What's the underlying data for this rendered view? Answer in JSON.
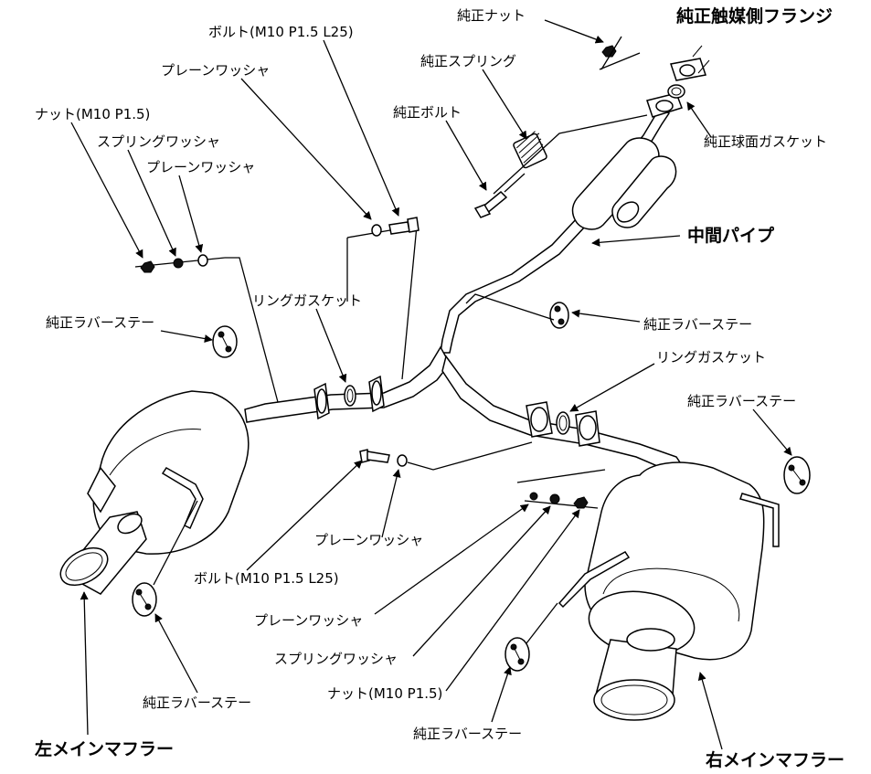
{
  "labels": {
    "genuine_nut": "純正ナット",
    "genuine_cat_flange": "純正触媒側フランジ",
    "bolt_m10_top": "ボルト(M10 P1.5 L25)",
    "genuine_spring": "純正スプリング",
    "plain_washer_top": "プレーンワッシャ",
    "genuine_bolt": "純正ボルト",
    "genuine_ball_gasket": "純正球面ガスケット",
    "nut_m10_left": "ナット(M10 P1.5)",
    "spring_washer_left": "スプリングワッシャ",
    "plain_washer_left": "プレーンワッシャ",
    "middle_pipe": "中間パイプ",
    "ring_gasket_left": "リングガスケット",
    "rubber_stay_left_top": "純正ラバーステー",
    "rubber_stay_right_top": "純正ラバーステー",
    "ring_gasket_right": "リングガスケット",
    "rubber_stay_right": "純正ラバーステー",
    "plain_washer_mid": "プレーンワッシャ",
    "bolt_m10_bottom": "ボルト(M10 P1.5 L25)",
    "plain_washer_bottom": "プレーンワッシャ",
    "spring_washer_bottom": "スプリングワッシャ",
    "nut_m10_bottom": "ナット(M10 P1.5)",
    "rubber_stay_left_bottom": "純正ラバーステー",
    "rubber_stay_bottom_center": "純正ラバーステー",
    "left_main_muffler": "左メインマフラー",
    "right_main_muffler": "右メインマフラー"
  }
}
